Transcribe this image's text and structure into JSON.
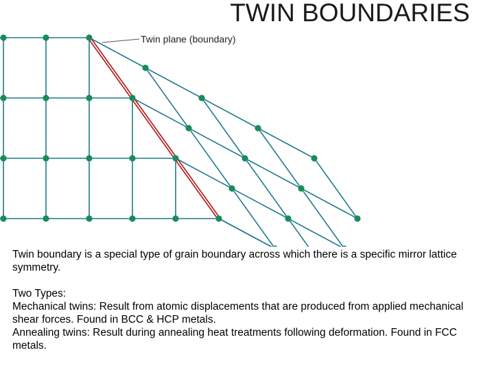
{
  "slide": {
    "title": "TWIN BOUNDARIES",
    "diagram_label": "Twin plane (boundary)",
    "paragraph1": "Twin boundary is a special type of grain boundary across which there is a specific mirror lattice symmetry.",
    "types_heading": "Two Types:",
    "mechanical": "Mechanical twins: Result from atomic displacements that are produced from applied mechanical shear forces.  Found in BCC & HCP metals.",
    "annealing": " Annealing twins: Result  during annealing heat treatments following deformation. Found in FCC metals."
  },
  "colors": {
    "lattice_line": "#1f7a8c",
    "atom": "#1a8a5e",
    "twin_plane": "#b02020"
  }
}
